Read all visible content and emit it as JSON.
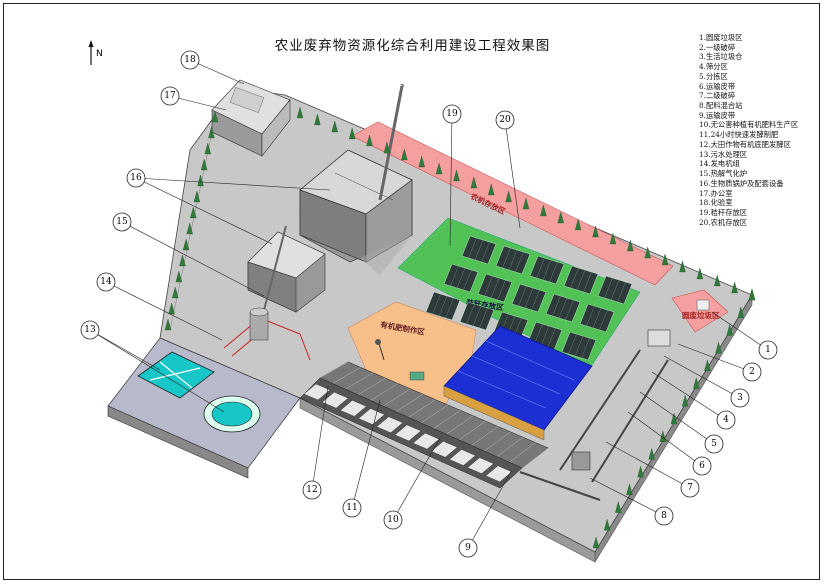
{
  "title": "农业废弃物资源化综合利用建设工程效果图",
  "north_label": "N",
  "legend": [
    "1.圆废垃圾区",
    "2.一级破碎",
    "3.生活垃圾仓",
    "4.筛分区",
    "5.分拣区",
    "6.运输皮带",
    "7.二级破碎",
    "8.配料混合站",
    "9.运输皮带",
    "10.无公害种植有机肥料生产区",
    "11.24小时快速发酵制肥",
    "12.大田作物有机底肥发酵区",
    "13.污水处理区",
    "14.发电机组",
    "15.热解气化炉",
    "16.生物质锅炉及配套设备",
    "17.办公室",
    "18.化验室",
    "19.秸秆存放区",
    "20.农机存放区"
  ],
  "area_labels": {
    "machinery": "农机存放区",
    "straw": "秸秆存放区",
    "organic": "有机肥制作区",
    "garbage": "圆废垃圾区"
  },
  "callouts": [
    "1",
    "2",
    "3",
    "4",
    "5",
    "6",
    "7",
    "8",
    "9",
    "10",
    "11",
    "12",
    "13",
    "14",
    "15",
    "16",
    "17",
    "18",
    "19",
    "20"
  ],
  "colors": {
    "ground": "#c8c8c8",
    "green": "#52c257",
    "orange": "#f7c08a",
    "blue": "#1c2fd2",
    "red": "#f4a0a0"
  }
}
